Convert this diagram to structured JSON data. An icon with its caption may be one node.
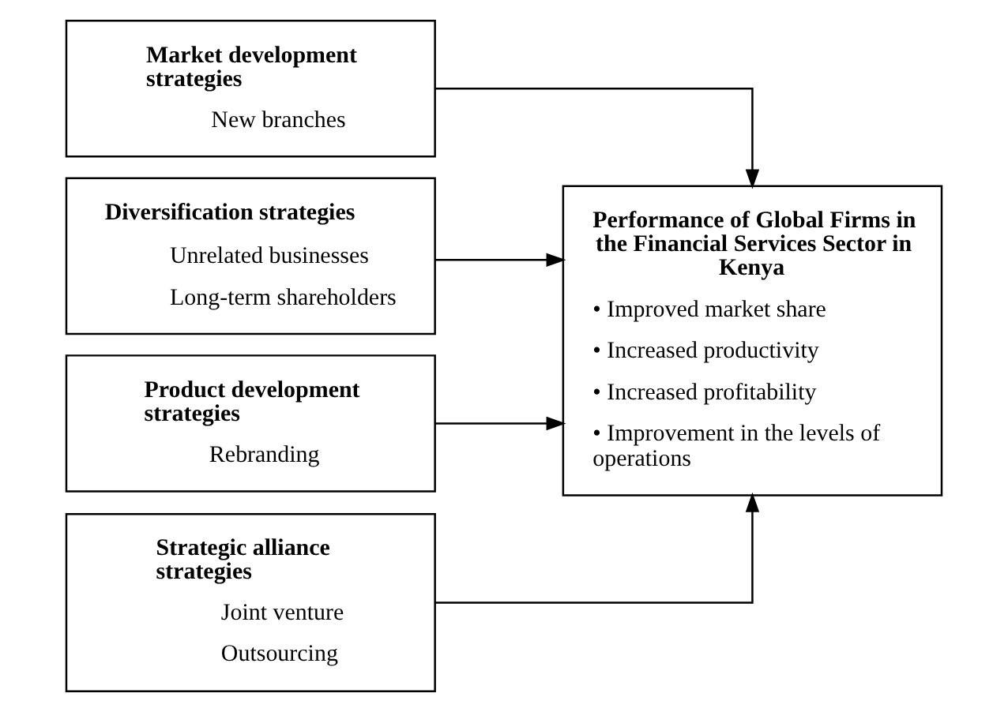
{
  "diagram": {
    "nodes": [
      {
        "text": [
          "Market development strategies",
          "New branches"
        ]
      },
      {
        "text": [
          "Diversification strategies",
          "Unrelated businesses",
          "Long-term shareholders"
        ]
      },
      {
        "text": [
          "Product development strategies",
          "Rebranding"
        ]
      },
      {
        "text": [
          "Strategic alliance strategies",
          "Joint venture",
          "Outsourcing"
        ]
      },
      {
        "text": [
          "Performance of Global Firms in the Financial Services Sector in Kenya",
          "• Improved market share",
          "• Increased productivity",
          "• Increased profitability",
          "• Improvement in the levels of operations"
        ]
      }
    ],
    "edges": [
      {
        "from": 0,
        "to": 4,
        "arrow": "to"
      },
      {
        "from": 1,
        "to": 4,
        "arrow": "to"
      },
      {
        "from": 2,
        "to": 4,
        "arrow": "to"
      },
      {
        "from": 3,
        "to": 4,
        "arrow": "to"
      }
    ]
  }
}
